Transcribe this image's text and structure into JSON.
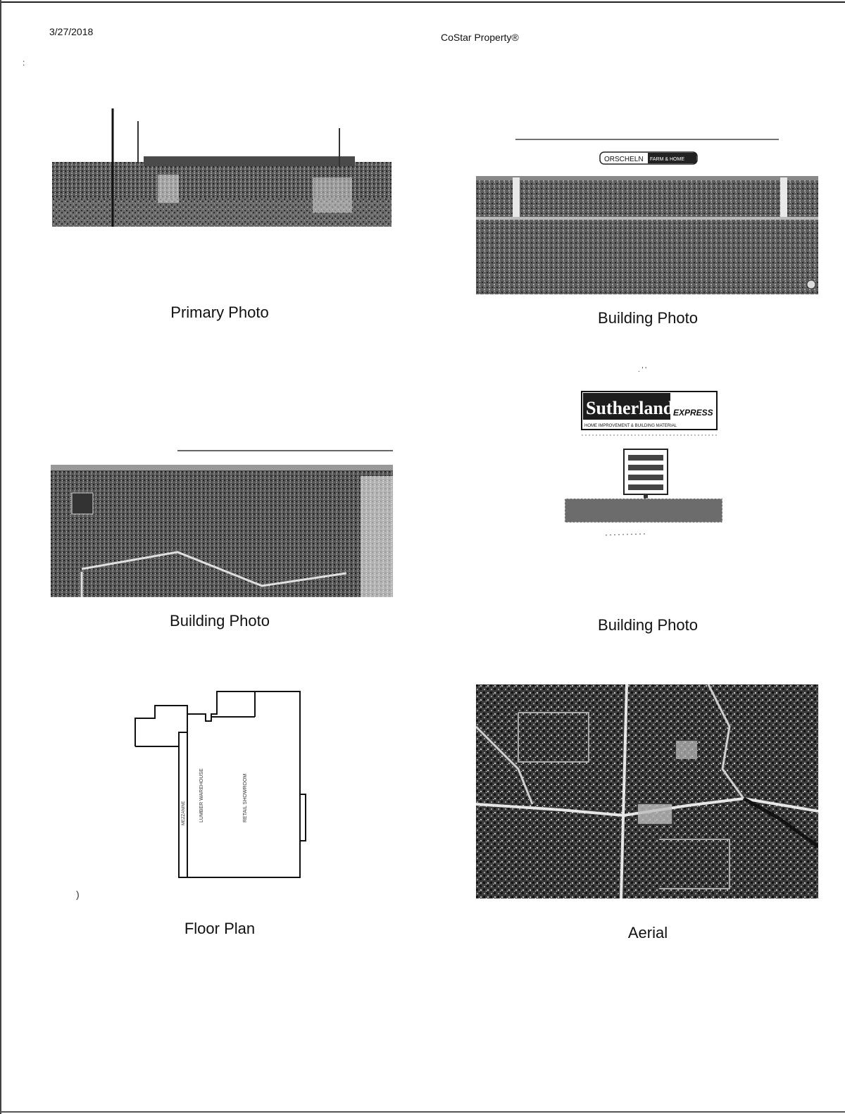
{
  "header": {
    "date": "3/27/2018",
    "brand": "CoStar Property®"
  },
  "captions": {
    "primary_photo": "Primary Photo",
    "building_photo_1": "Building Photo",
    "building_photo_2": "Building Photo",
    "building_photo_3": "Building Photo",
    "floor_plan": "Floor Plan",
    "aerial": "Aerial"
  },
  "signs": {
    "orscheln": "ORSCHELN",
    "orscheln_tag": "FARM & HOME",
    "sutherlands": "Sutherlands",
    "sutherlands_express": "EXPRESS",
    "sutherlands_tagline": "HOME IMPROVEMENT & BUILDING MATERIAL"
  },
  "floor_plan_labels": {
    "retail_showroom": "RETAIL SHOWROOM",
    "lumber_warehouse": "LUMBER WAREHOUSE",
    "mezzanine": "MEZZANINE"
  },
  "colors": {
    "ink": "#1a1a1a",
    "photo_dark": "#3a3a3a",
    "photo_mid": "#7a7a7a"
  }
}
